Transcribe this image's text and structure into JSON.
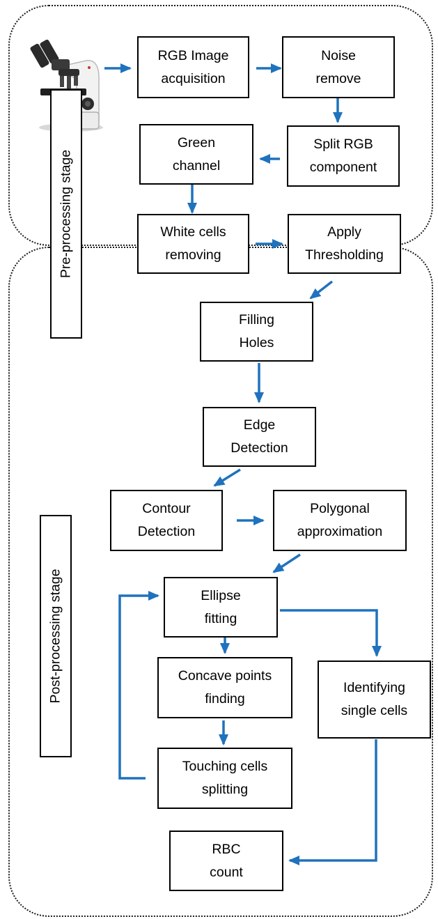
{
  "colors": {
    "arrow": "#1f72bd",
    "box_border": "#000000",
    "frame_border": "#1a1a1a"
  },
  "icons": {
    "source_device": "microscope-icon"
  },
  "stages": {
    "pre": {
      "label": "Pre-processing stage"
    },
    "post": {
      "label": "Post-processing stage"
    }
  },
  "steps": {
    "rgb_acquisition": "RGB Image\nacquisition",
    "noise_remove": "Noise\nremove",
    "split_rgb": "Split RGB\ncomponent",
    "green_channel": "Green\nchannel",
    "white_cells_removing": "White cells\nremoving",
    "apply_thresholding": "Apply\nThresholding",
    "filling_holes": "Filling\nHoles",
    "edge_detection": "Edge\nDetection",
    "contour_detection": "Contour\nDetection",
    "polygonal_approximation": "Polygonal\napproximation",
    "ellipse_fitting": "Ellipse\nfitting",
    "concave_points": "Concave points\nfinding",
    "touching_cells": "Touching cells\nsplitting",
    "identifying_single": "Identifying\nsingle cells",
    "rbc_count": "RBC\ncount"
  }
}
